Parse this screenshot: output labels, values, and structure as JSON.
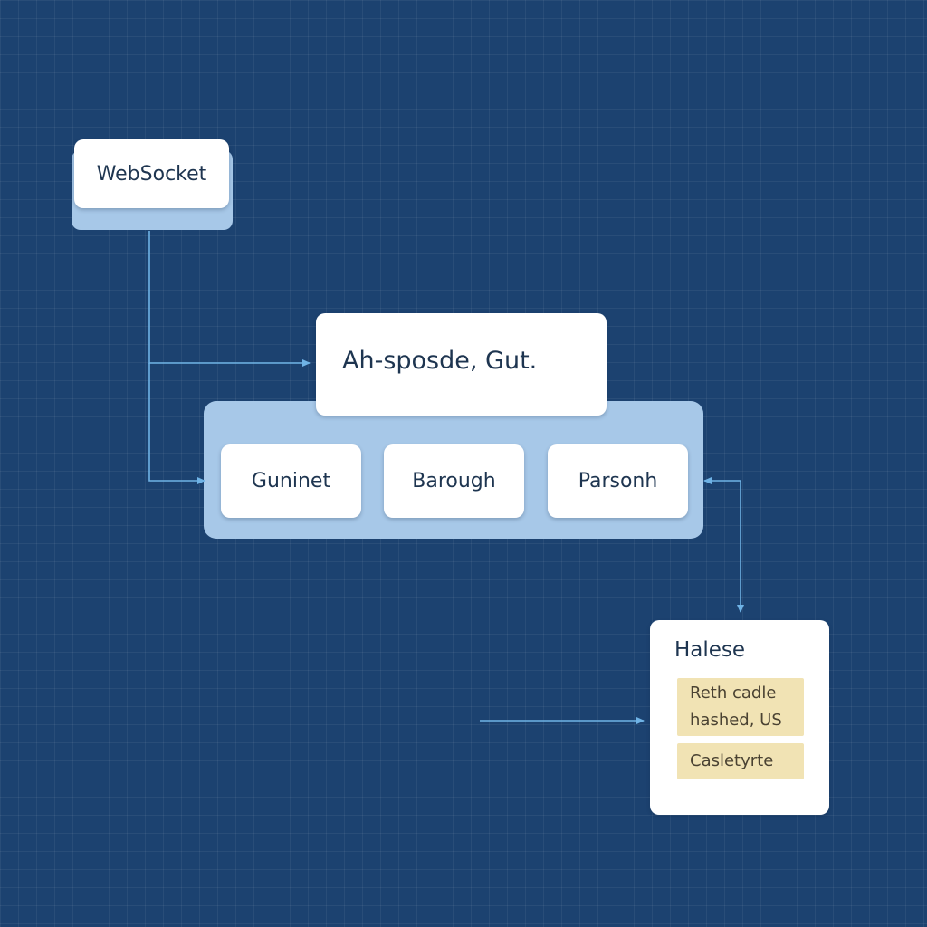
{
  "diagram": {
    "colors": {
      "background": "#1c4270",
      "grid": "#2b5079",
      "connector": "#6fb3e6",
      "container": "#a7c8e8",
      "node_fill": "#ffffff",
      "node_text": "#1e3550",
      "tag_fill": "#f1e3b4"
    },
    "nodes": {
      "websocket": {
        "label": "WebSocket"
      },
      "main": {
        "label": "Ah-sposde, Gut."
      },
      "children": [
        {
          "label": "Guninet"
        },
        {
          "label": "Barough"
        },
        {
          "label": "Parsonh"
        }
      ],
      "detail": {
        "title": "Halese",
        "tags": [
          {
            "lines": [
              "Reth cadle",
              "hashed, US"
            ]
          },
          {
            "lines": [
              "Casletyrte"
            ]
          }
        ]
      }
    },
    "edges": [
      {
        "from": "websocket",
        "to": "main"
      },
      {
        "from": "websocket",
        "to": "child-guninet"
      },
      {
        "from": "child-parsonh",
        "to": "detail",
        "bidirectional": true
      },
      {
        "from": "external",
        "to": "detail"
      }
    ]
  }
}
